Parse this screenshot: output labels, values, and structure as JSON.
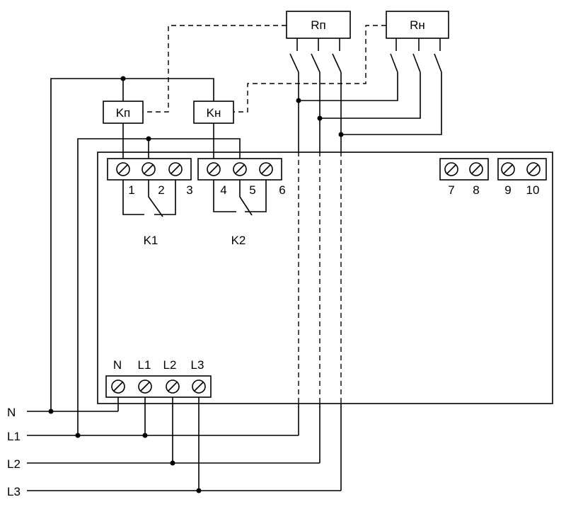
{
  "relays": {
    "rp": "Rп",
    "rn": "Rн"
  },
  "contactors": {
    "kp": "Kп",
    "kn": "Kн"
  },
  "terminals": {
    "t1": "1",
    "t2": "2",
    "t3": "3",
    "t4": "4",
    "t5": "5",
    "t6": "6",
    "t7": "7",
    "t8": "8",
    "t9": "9",
    "t10": "10"
  },
  "contacts": {
    "k1": "K1",
    "k2": "K2"
  },
  "power_terminals": {
    "n": "N",
    "l1": "L1",
    "l2": "L2",
    "l3": "L3"
  },
  "lines": {
    "n": "N",
    "l1": "L1",
    "l2": "L2",
    "l3": "L3"
  }
}
